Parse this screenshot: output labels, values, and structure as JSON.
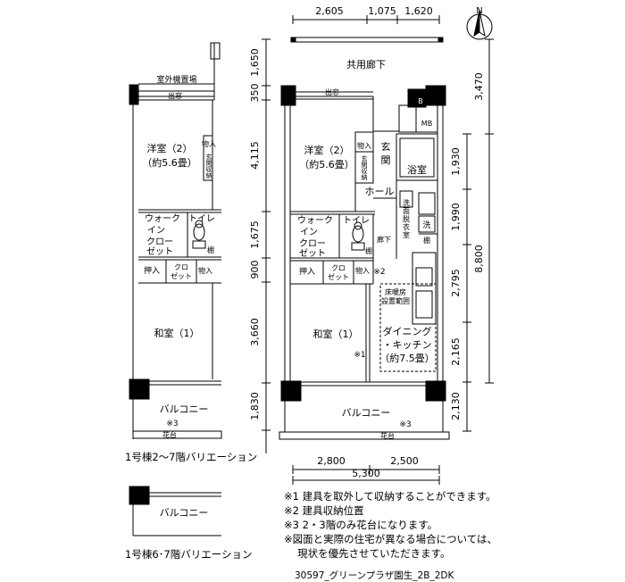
{
  "dimensions": {
    "top": [
      "2,605",
      "1,075",
      "1,620"
    ],
    "bottom_segments": [
      "2,800",
      "2,500"
    ],
    "bottom_total": "5,300",
    "left": [
      "1,650",
      "350",
      "4,115",
      "1,675",
      "900",
      "3,660",
      "1,830"
    ],
    "right_inner": [
      "1,930",
      "1,990",
      "2,795",
      "2,165",
      "2,130"
    ],
    "right_outer": [
      "3,470",
      "8,800"
    ]
  },
  "compass": "N",
  "main_plan": {
    "corridor": "共用廊下",
    "entrance_door": "出窓",
    "western_room": [
      "洋室（2）",
      "（約5.6畳）"
    ],
    "storage_top": "物入",
    "shoe_storage": [
      "玄",
      "関",
      "収",
      "納"
    ],
    "entrance": [
      "玄",
      "関"
    ],
    "bath": "浴室",
    "mb": "MB",
    "b": "B",
    "hall": "ホール",
    "walkin": [
      "ウォーク",
      "イン",
      "クロー",
      "ゼット"
    ],
    "toilet": "トイレ",
    "washroom": [
      "洗",
      "面",
      "脱",
      "衣",
      "室"
    ],
    "washer": "洗",
    "shelf": "棚",
    "shelf2": "棚",
    "hallway": "廊下",
    "oshiire": "押入",
    "closet": [
      "クロ",
      "ゼット"
    ],
    "storage_mid": "物入",
    "mark2": "※2",
    "floor_heating": [
      "床暖房",
      "設置範囲"
    ],
    "japanese_room": "和室（1）",
    "dining": [
      "ダイニング",
      "・キッチン",
      "（約7.5畳）"
    ],
    "mark1": "※1",
    "balcony": "バルコニー",
    "mark3": "※3",
    "flower_bed": "花台"
  },
  "variation1": {
    "caption": "1号棟2～7階バリエーション",
    "outdoor_unit": "室外機置場",
    "window": "出窓",
    "western_room": [
      "洋室（2）",
      "（約5.6畳）"
    ],
    "storage": "物入",
    "shoe_storage": [
      "玄",
      "関",
      "収",
      "納"
    ],
    "walkin": [
      "ウォーク",
      "イン",
      "クロー",
      "ゼット"
    ],
    "toilet": "トイレ",
    "shelf": "棚",
    "oshiire": "押入",
    "closet": [
      "クロ",
      "ゼット"
    ],
    "storage_mid": "物入",
    "japanese_room": "和室（1）",
    "balcony": "バルコニー",
    "mark3": "※3",
    "flower_bed": "花台"
  },
  "variation2": {
    "caption": "1号棟6･7階バリエーション",
    "balcony": "バルコニー"
  },
  "notes": [
    "※1 建具を取外して収納することができます。",
    "※2 建具収納位置",
    "※3 2・3階のみ花台になります。",
    "※図面と実際の住宅が異なる場合については、",
    "　 現状を優先させていただきます。"
  ],
  "footer": "30597_グリーンプラザ園生_2B_2DK"
}
